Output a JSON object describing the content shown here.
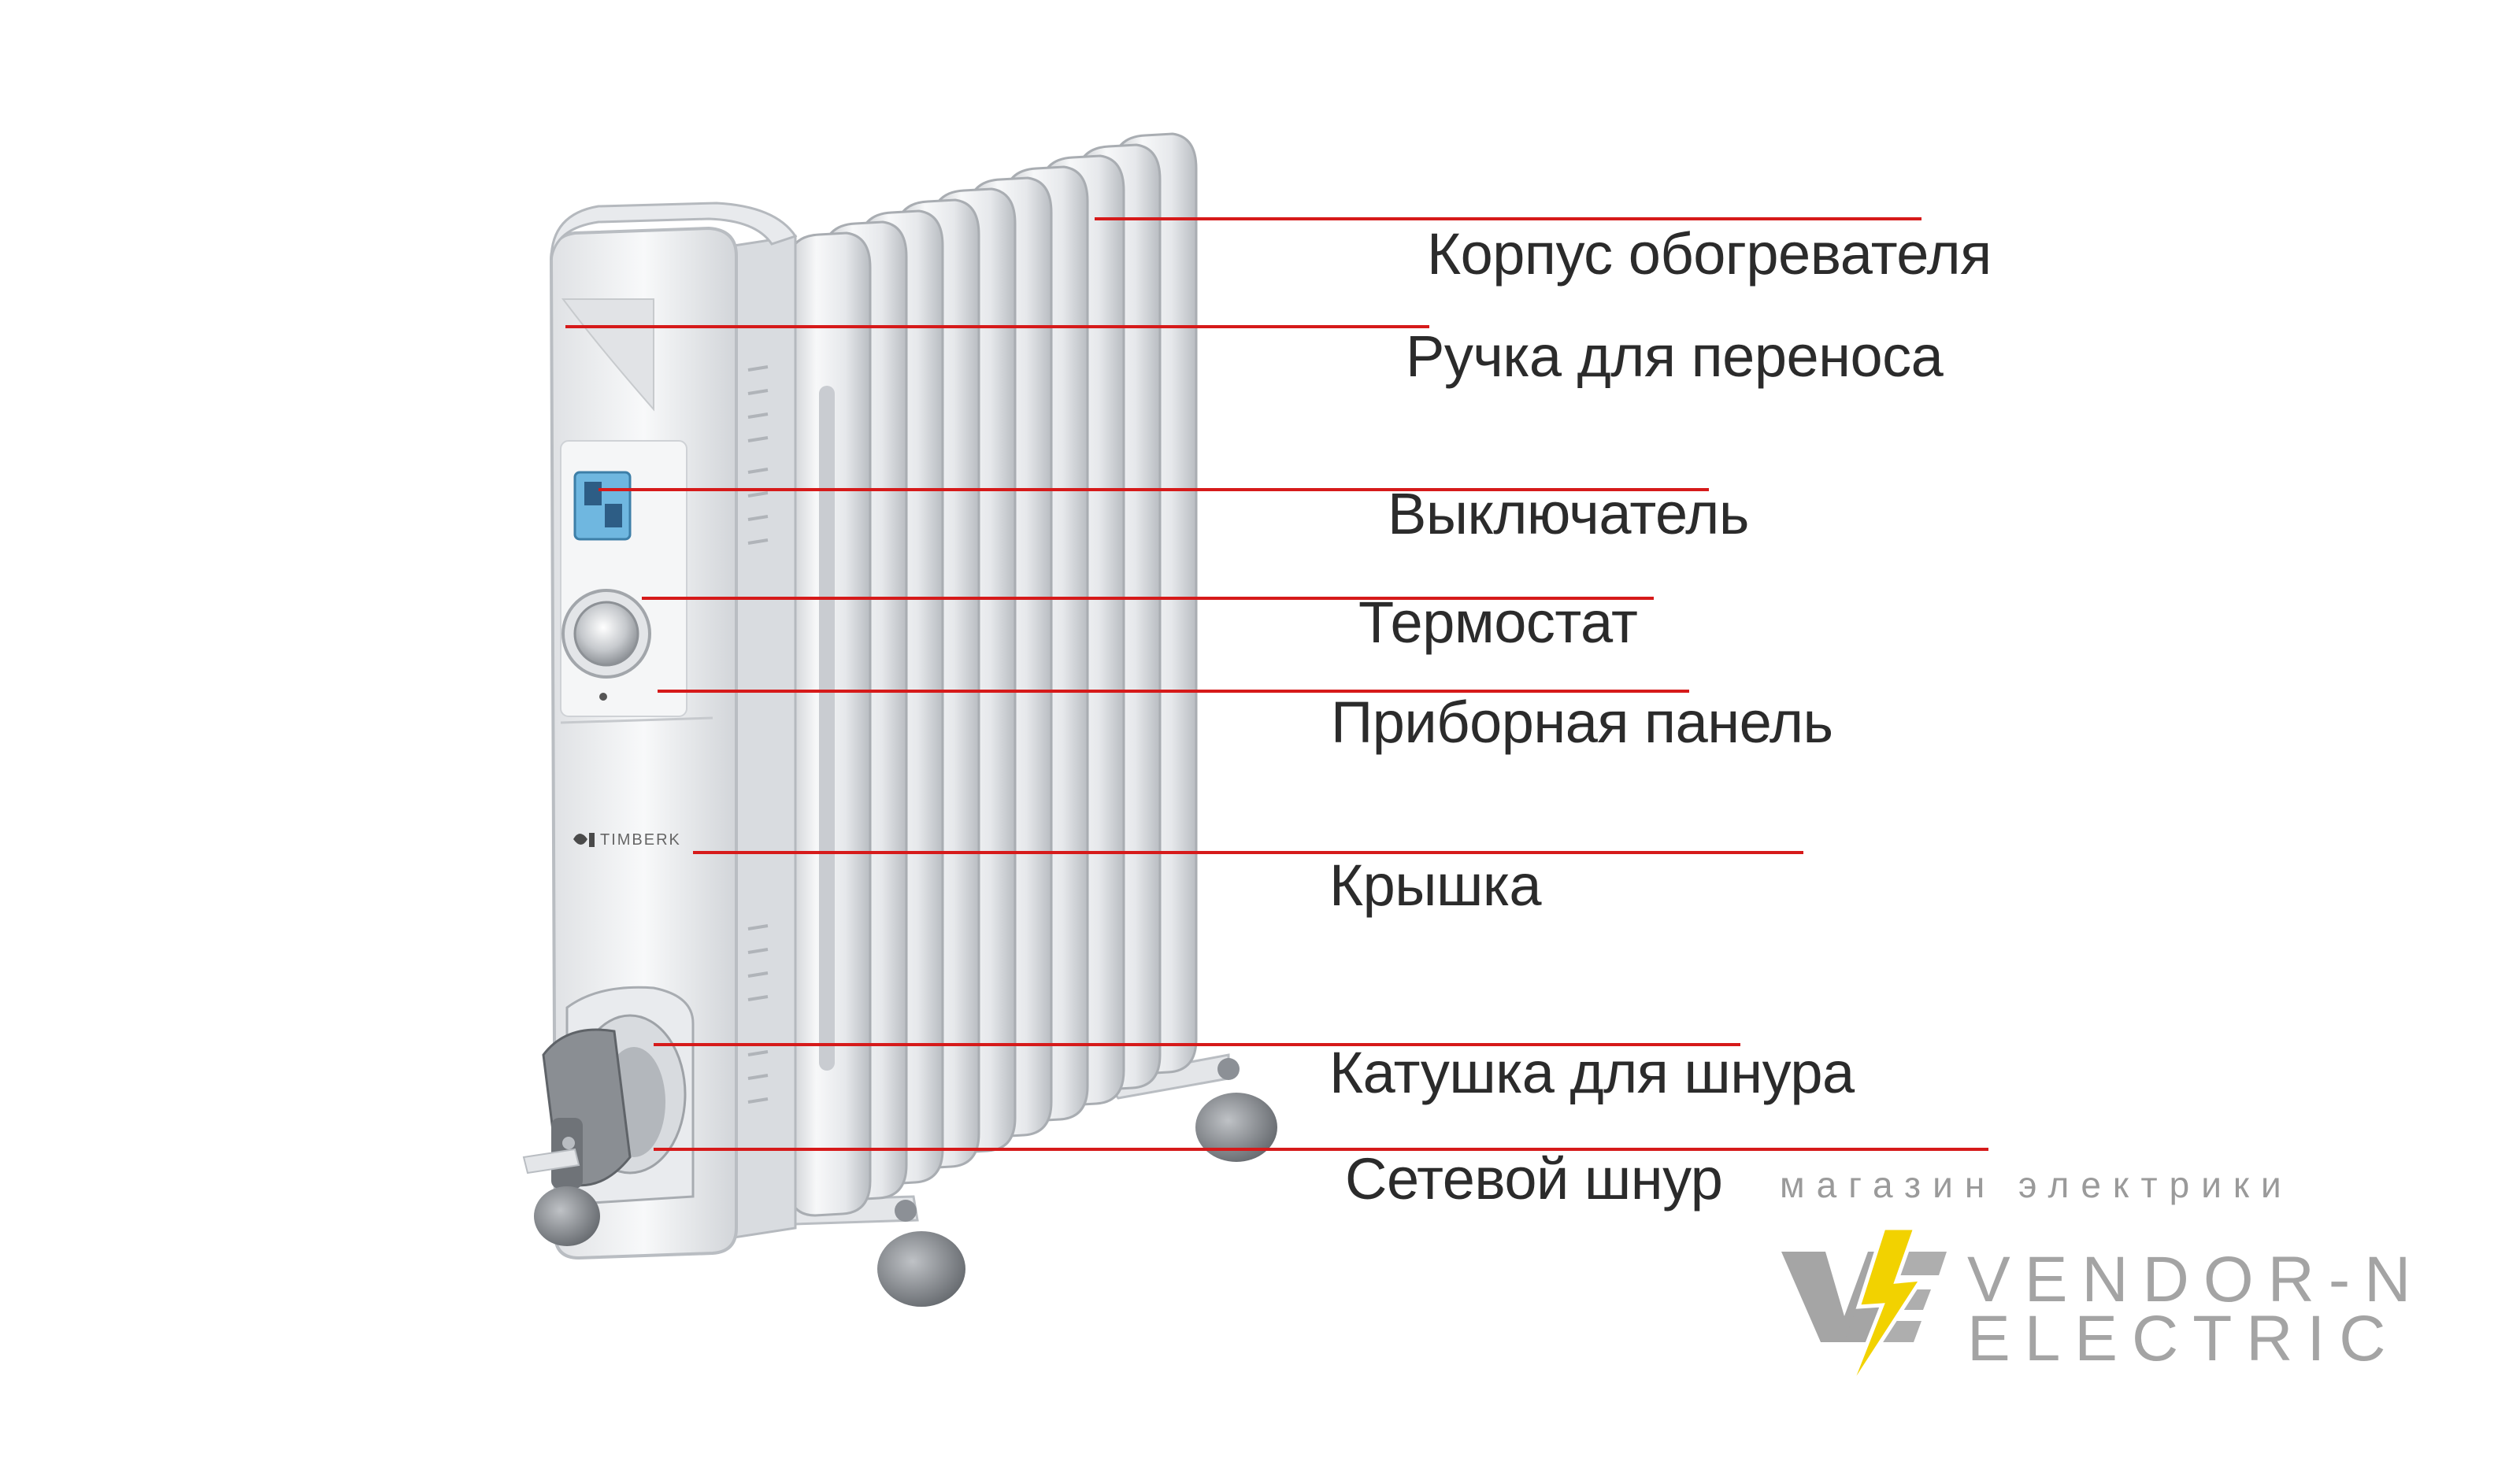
{
  "labels": [
    "Корпус обогревателя",
    "Ручка для переноса",
    "Выключатель",
    "Термостат",
    "Приборная панель",
    "Крышка",
    "Катушка для шнура",
    "Сетевой шнур"
  ],
  "brand": {
    "tagline": "магазин электрики",
    "name_line1": "VENDOR-N",
    "name_line2": "ELECTRIC",
    "logo_text": "VE",
    "logo_colors": {
      "letters": "#9e9e9e",
      "bolt": "#f2d200"
    }
  },
  "device_logo": "TIMBERK",
  "colors": {
    "pointer_line": "#d61a1a",
    "label_text": "#2b2b2b",
    "heater_body": "#eef0f2"
  }
}
